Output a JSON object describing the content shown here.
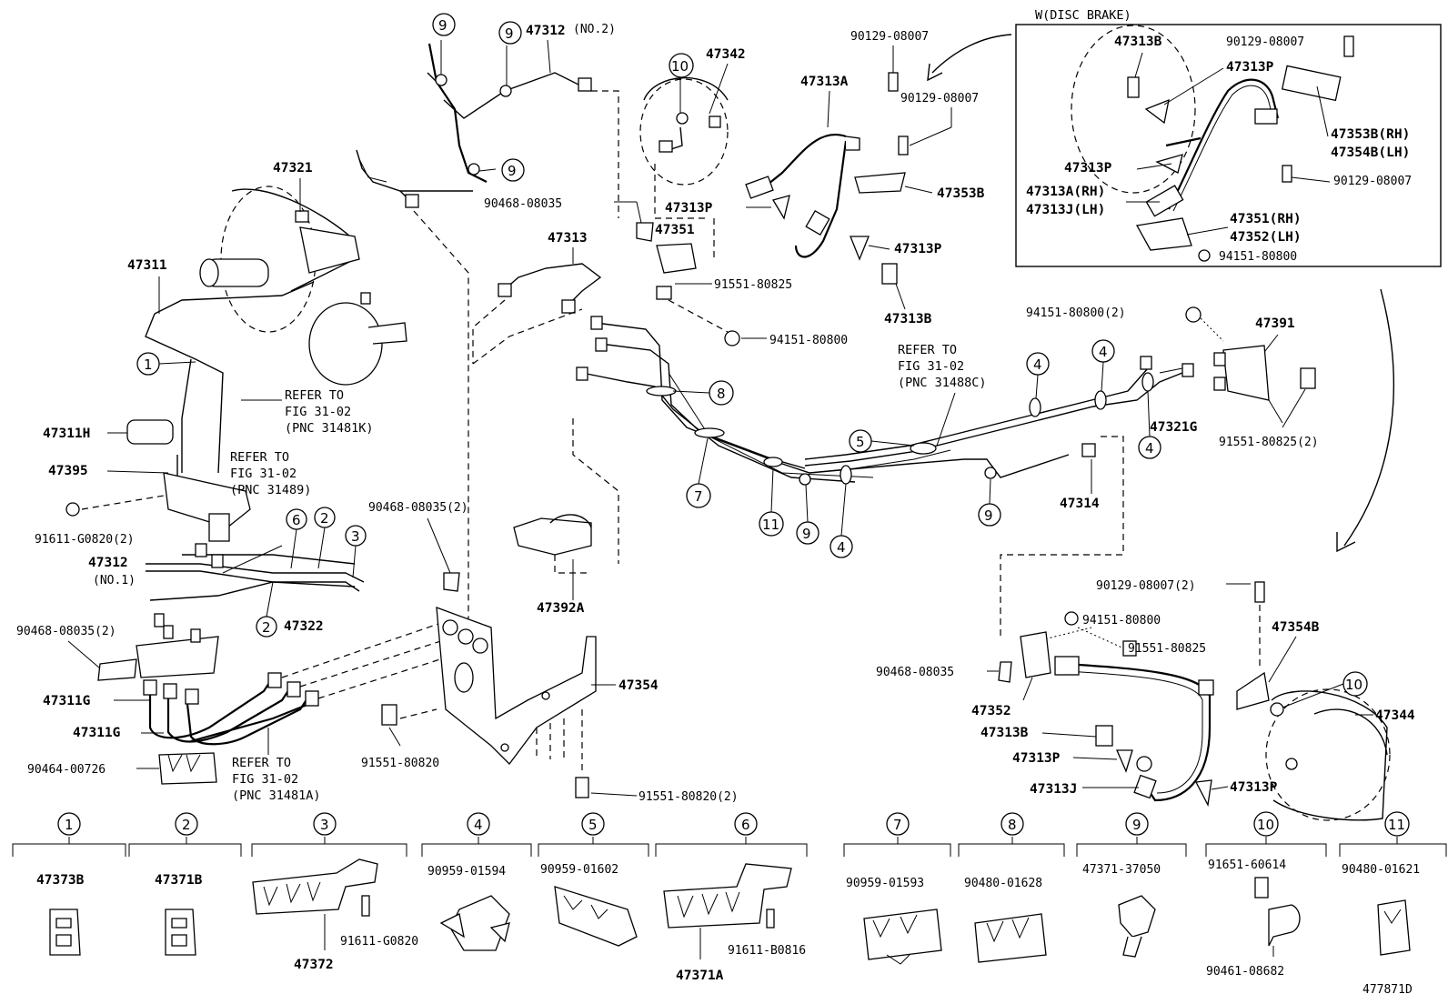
{
  "labels": {
    "p47312no2": "47312",
    "p47312no2_sub": "(NO.2)",
    "p47342": "47342",
    "p90129a": "90129-08007",
    "p90129b": "90129-08007",
    "p47313A": "47313A",
    "p47321": "47321",
    "p47311": "47311",
    "p90468a": "90468-08035",
    "p47313Pa": "47313P",
    "p47351": "47351",
    "p47353B": "47353B",
    "p47313": "47313",
    "p47313Pb": "47313P",
    "p91551a": "91551-80825",
    "p47313Ba": "47313B",
    "p94151a": "94151-80800",
    "p94151b": "94151-80800(2)",
    "p47391": "47391",
    "p47311H": "47311H",
    "p47395": "47395",
    "p91611a": "91611-G0820(2)",
    "p47312no1": "47312",
    "p47312no1_sub": "(NO.1)",
    "p90468b": "90468-08035(2)",
    "p47322": "47322",
    "p90468c": "90468-08035(2)",
    "p47392A": "47392A",
    "p47321G": "47321G",
    "p91551b": "91551-80825(2)",
    "p47314": "47314",
    "p47311Ga": "47311G",
    "p47311Gb": "47311G",
    "p90464": "90464-00726",
    "p91551c": "91551-80820",
    "p47354": "47354",
    "p91551d": "91551-80820(2)",
    "p90129c": "90129-08007(2)",
    "p94151c": "94151-80800",
    "p91551e": "91551-80825",
    "p47354B": "47354B",
    "p90468d": "90468-08035",
    "p47352": "47352",
    "p47344": "47344",
    "p47313Bb": "47313B",
    "p47313Pc": "47313P",
    "p47313J": "47313J",
    "p47313Pd": "47313P",
    "diagram_id": "477871D"
  },
  "notes": {
    "ref1": [
      "REFER TO",
      "FIG 31-02",
      "(PNC 31481K)"
    ],
    "ref2": [
      "REFER TO",
      "FIG 31-02",
      "(PNC 31489)"
    ],
    "ref3": [
      "REFER TO",
      "FIG 31-02",
      "(PNC 31488C)"
    ],
    "ref4": [
      "REFER TO",
      "FIG 31-02",
      "(PNC 31481A)"
    ]
  },
  "inset": {
    "title": "W(DISC BRAKE)",
    "p47313B": "47313B",
    "p90129a": "90129-08007",
    "p47313Pa": "47313P",
    "p47353B": "47353B(RH)",
    "p47354B": "47354B(LH)",
    "p47313Pb": "47313P",
    "p90129b": "90129-08007",
    "p47313A": "47313A(RH)",
    "p47313J": "47313J(LH)",
    "p47351": "47351(RH)",
    "p47352": "47352(LH)",
    "p94151": "94151-80800"
  },
  "callouts": {
    "c1": "1",
    "c2": "2",
    "c3": "3",
    "c4": "4",
    "c5": "5",
    "c6": "6",
    "c7": "7",
    "c8": "8",
    "c9": "9",
    "c10": "10",
    "c11": "11"
  },
  "legend": [
    {
      "ref": "1",
      "parts": [
        "47373B"
      ]
    },
    {
      "ref": "2",
      "parts": [
        "47371B"
      ]
    },
    {
      "ref": "3",
      "parts": [
        "47372",
        "91611-G0820"
      ]
    },
    {
      "ref": "4",
      "parts": [
        "90959-01594"
      ]
    },
    {
      "ref": "5",
      "parts": [
        "90959-01602"
      ]
    },
    {
      "ref": "6",
      "parts": [
        "47371A",
        "91611-B0816"
      ]
    },
    {
      "ref": "7",
      "parts": [
        "90959-01593"
      ]
    },
    {
      "ref": "8",
      "parts": [
        "90480-01628"
      ]
    },
    {
      "ref": "9",
      "parts": [
        "47371-37050"
      ]
    },
    {
      "ref": "10",
      "parts": [
        "91651-60614",
        "90461-08682"
      ]
    },
    {
      "ref": "11",
      "parts": [
        "90480-01621"
      ]
    }
  ]
}
